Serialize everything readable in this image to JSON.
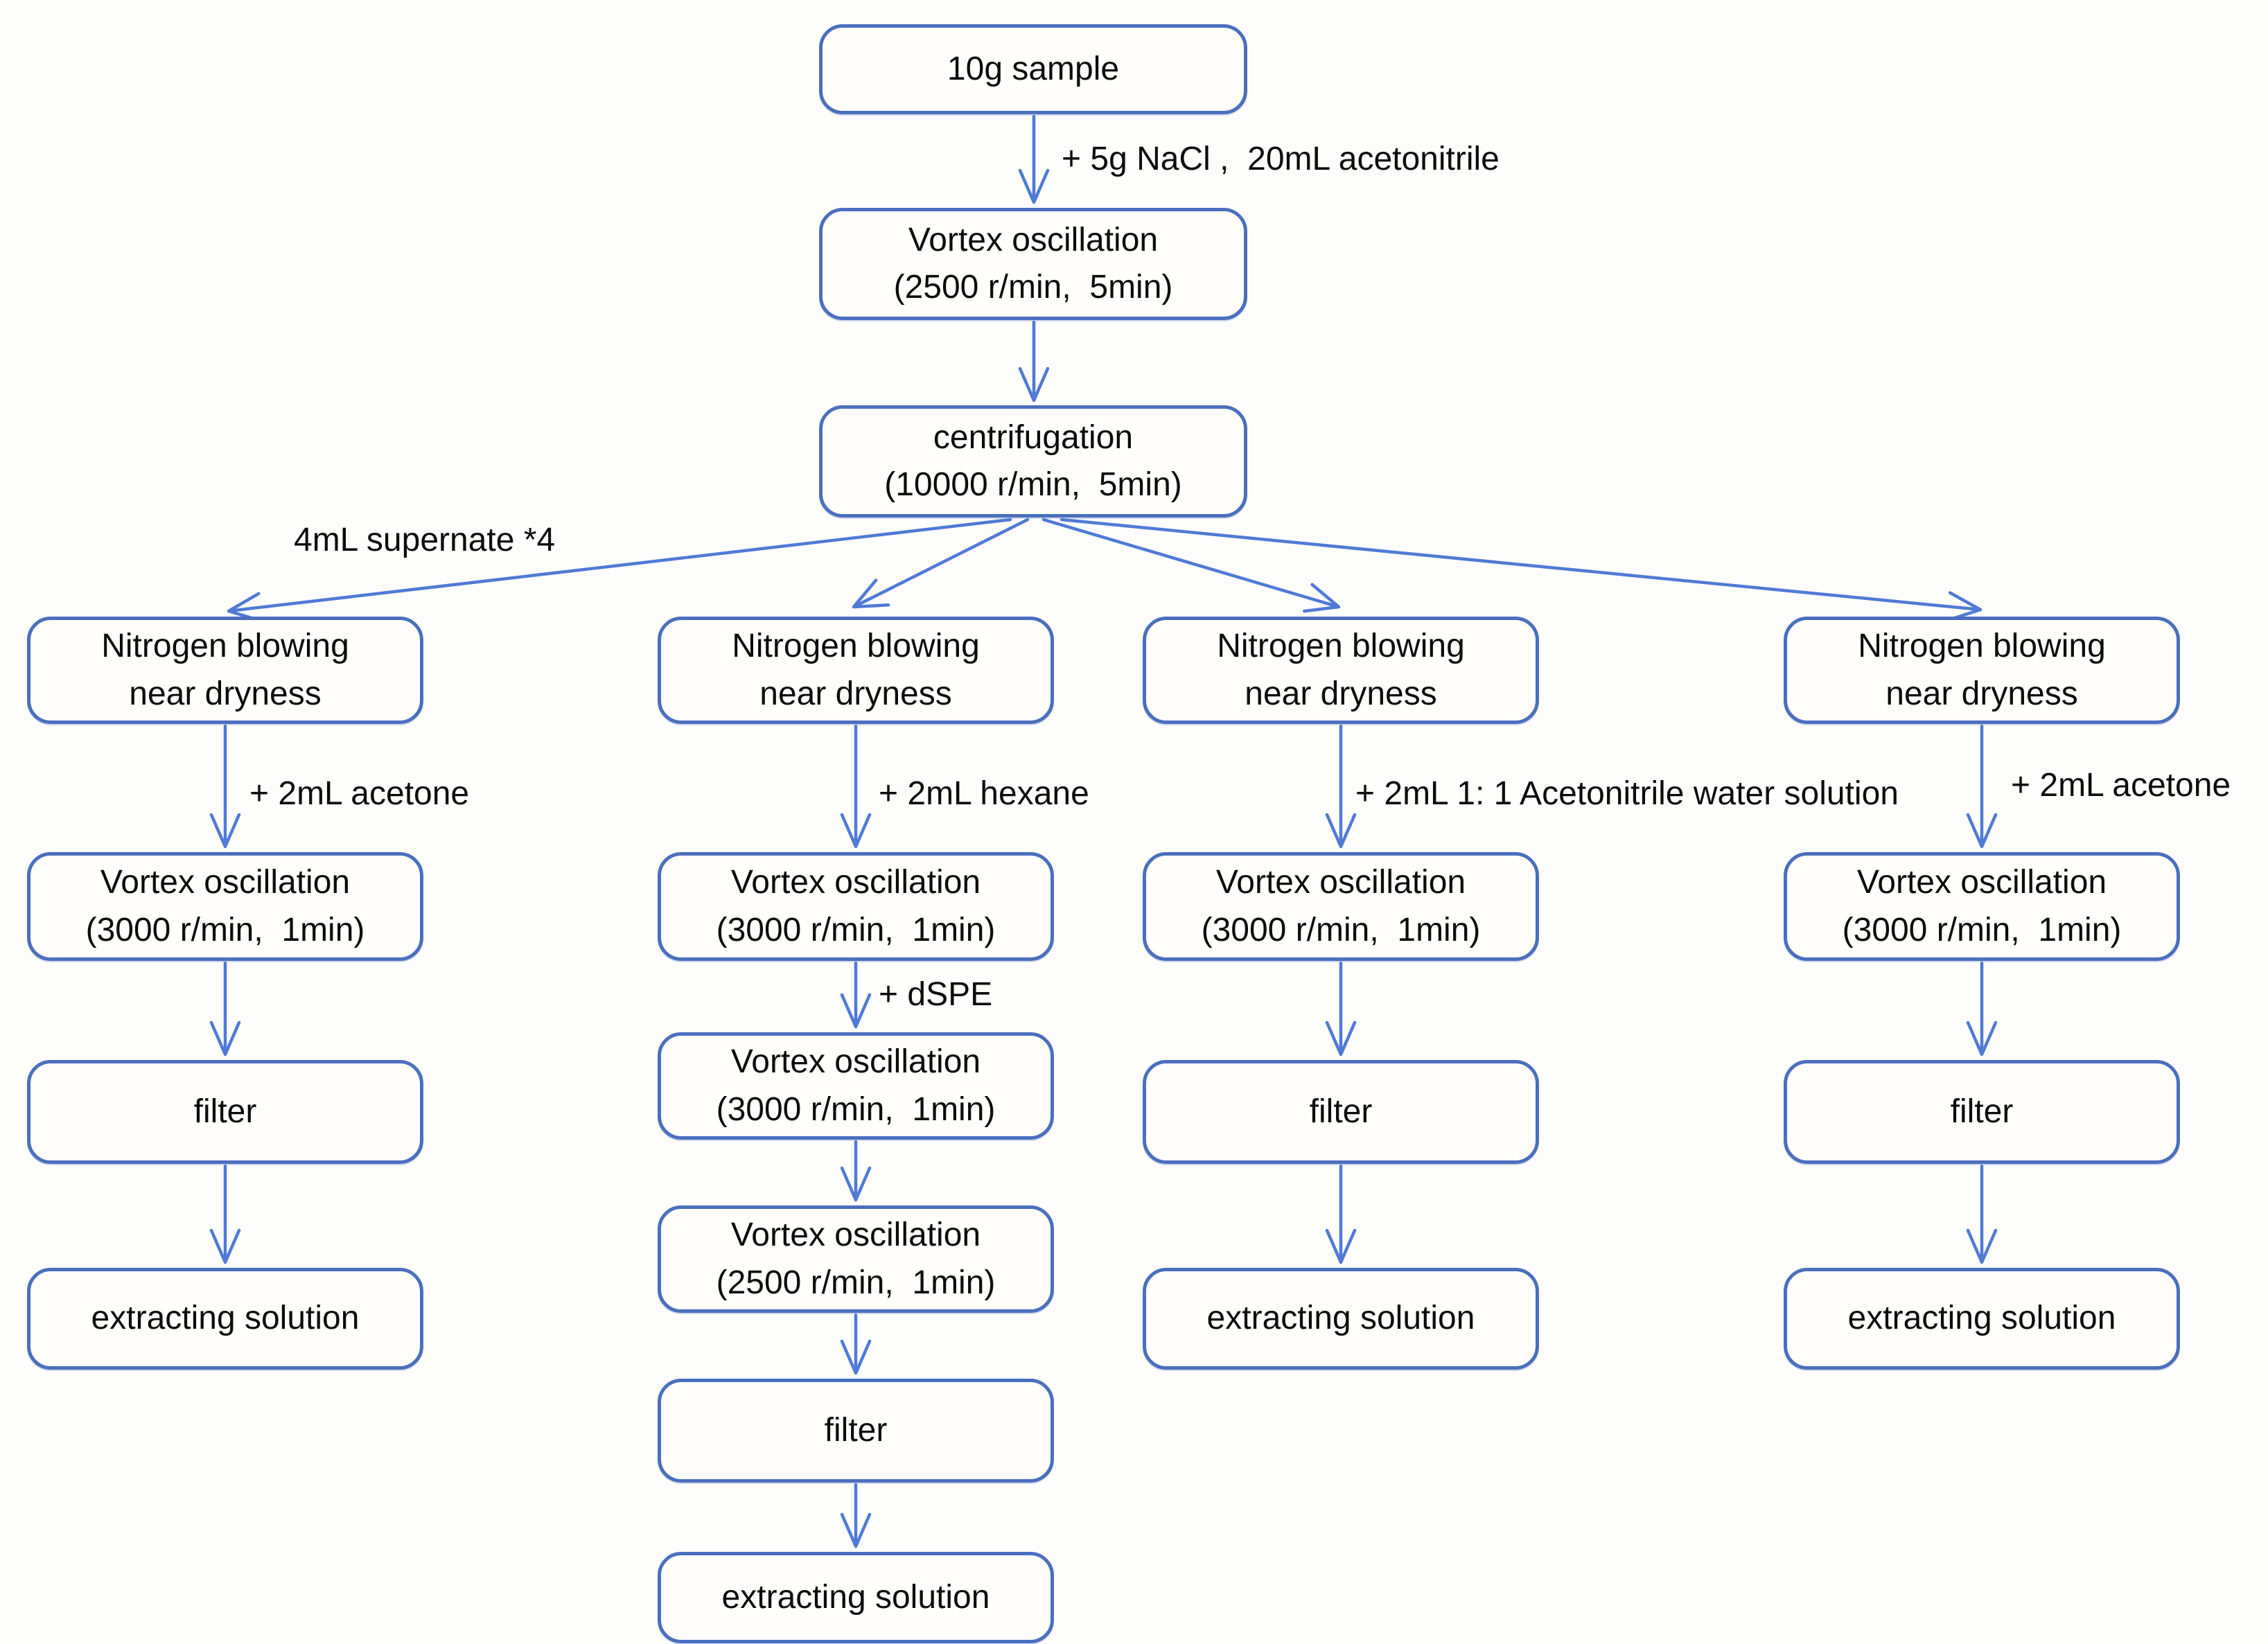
{
  "diagram": {
    "title": "QuEChERS extraction flowchart",
    "colors": {
      "box_border": "#4a6fbe",
      "box_fill": "#fffefb",
      "arrow": "#4f7ad6",
      "text": "#0c0c0c",
      "background": "#fdfdfb"
    },
    "nodes": {
      "sample": "10g sample",
      "vortex_main": "Vortex oscillation\n(2500 r/min,  5min)",
      "centrifugation": "centrifugation\n(10000 r/min,  5min)"
    },
    "edge_labels": {
      "main": "+ 5g NaCl ,  20mL acetonitrile",
      "supernate": "4mL supernate *4",
      "branch1": "+ 2mL acetone",
      "branch2": "+ 2mL hexane",
      "branch2_dspe": "+ dSPE",
      "branch3": "+ 2mL 1: 1 Acetonitrile water solution",
      "branch4": "+ 2mL acetone"
    },
    "branches": [
      {
        "nodes": [
          "Nitrogen blowing\nnear dryness",
          "Vortex oscillation\n(3000 r/min,  1min)",
          "filter",
          "extracting solution"
        ]
      },
      {
        "nodes": [
          "Nitrogen blowing\nnear dryness",
          "Vortex oscillation\n(3000 r/min,  1min)",
          "Vortex oscillation\n(3000 r/min,  1min)",
          "Vortex oscillation\n(2500 r/min,  1min)",
          "filter",
          "extracting solution"
        ]
      },
      {
        "nodes": [
          "Nitrogen blowing\nnear dryness",
          "Vortex oscillation\n(3000 r/min,  1min)",
          "filter",
          "extracting solution"
        ]
      },
      {
        "nodes": [
          "Nitrogen blowing\nnear dryness",
          "Vortex oscillation\n(3000 r/min,  1min)",
          "filter",
          "extracting solution"
        ]
      }
    ]
  }
}
